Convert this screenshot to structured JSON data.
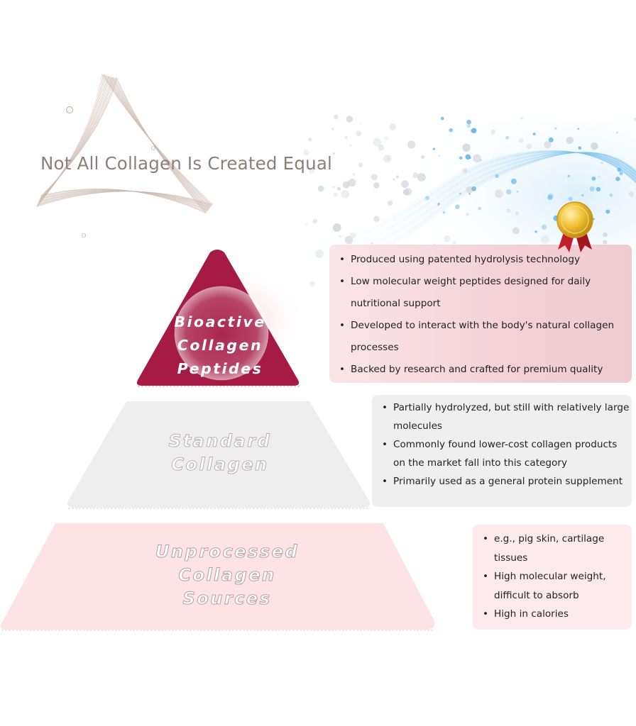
{
  "title": "Not All Collagen Is Created Equal",
  "colors": {
    "tier1": "#a61b46",
    "tier2": "#eeeeee",
    "tier3": "#fde3e6",
    "title": "#8a7f7b",
    "water": "#5fb4e6"
  },
  "icons": [
    "gold-medal-icon",
    "triangle-lines-decoration",
    "water-splash-decoration"
  ],
  "tiers": [
    {
      "label_lines": [
        "Bioactive",
        "Collagen",
        "Peptides"
      ],
      "bullets": [
        "Produced using patented hydrolysis technology",
        "Low molecular weight peptides designed for daily nutritional support",
        "Developed to interact with the body's natural collagen processes",
        "Backed by research and crafted for premium quality"
      ]
    },
    {
      "label_lines": [
        "Standard",
        "Collagen"
      ],
      "bullets": [
        "Partially hydrolyzed, but still with relatively large molecules",
        "Commonly found lower-cost collagen products on the market fall into this category",
        "Primarily used as a general protein supplement"
      ]
    },
    {
      "label_lines": [
        "Unprocessed",
        "Collagen",
        "Sources"
      ],
      "bullets": [
        "e.g., pig skin, cartilage tissues",
        "High molecular weight, difficult to absorb",
        "High in calories"
      ]
    }
  ]
}
